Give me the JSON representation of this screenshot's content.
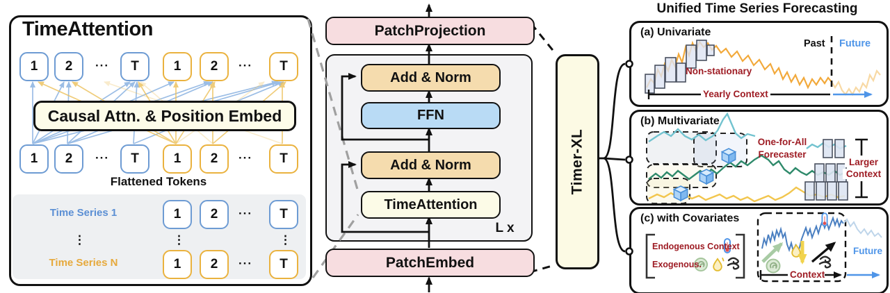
{
  "left": {
    "title": "TimeAttention",
    "tokens_top": [
      "1",
      "2",
      "···",
      "T",
      "1",
      "2",
      "···",
      "T"
    ],
    "causal_label": "Causal Attn. & Position Embed",
    "tokens_bottom": [
      "1",
      "2",
      "···",
      "T",
      "1",
      "2",
      "···",
      "T"
    ],
    "flattened_label": "Flattened Tokens",
    "series1_label": "Time Series 1",
    "seriesN_label": "Time Series N",
    "series1_tokens": [
      "1",
      "2",
      "···",
      "T"
    ],
    "seriesN_tokens": [
      "1",
      "2",
      "···",
      "T"
    ],
    "vdots": "⋮"
  },
  "middle": {
    "patch_projection": "PatchProjection",
    "add_norm_1": "Add & Norm",
    "ffn": "FFN",
    "add_norm_2": "Add & Norm",
    "time_attention": "TimeAttention",
    "layers_label": "L x",
    "patch_embed": "PatchEmbed"
  },
  "timer_xl_label": "Timer-XL",
  "right": {
    "title": "Unified Time Series Forecasting",
    "a": {
      "label": "(a) Univariate",
      "non_stationary": "Non-stationary",
      "context": "Yearly Context",
      "past": "Past",
      "future": "Future"
    },
    "b": {
      "label": "(b) Multivariate",
      "forecaster_line1": "One-for-All",
      "forecaster_line2": "Forecaster",
      "larger": "Larger",
      "context": "Context"
    },
    "c": {
      "label": "(c) with Covariates",
      "endogenous": "Endogenous Context",
      "exogenous": "Exogenous.",
      "context": "Context",
      "future": "Future"
    }
  },
  "colors": {
    "annotation_red": "#9e1c24",
    "token_blue": "#6d9bd3",
    "token_yellow": "#eab23e",
    "future_blue": "#4f95e8",
    "orange_series": "#f2a93b",
    "teal_series": "#72c3cf",
    "green_series": "#2f8a6b",
    "yellow_series": "#f2c64e"
  }
}
